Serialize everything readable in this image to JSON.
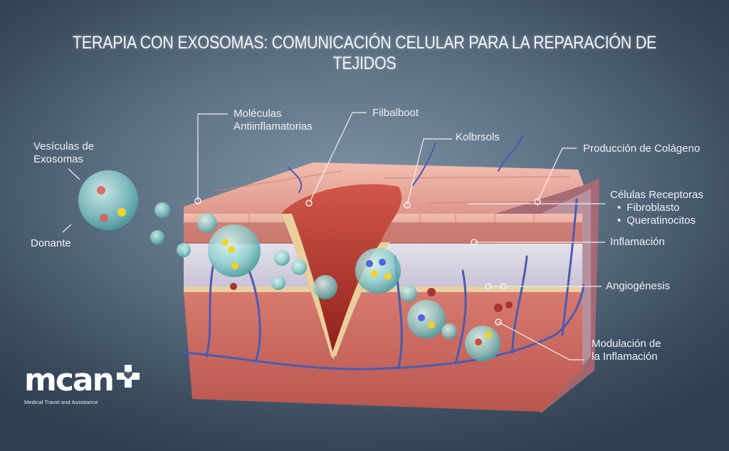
{
  "title": "TERAPIA CON EXOSOMAS: COMUNICACIÓN CELULAR PARA LA REPARACIÓN DE TEJIDOS",
  "labels": {
    "vesiculas": [
      "Vesículas de",
      "Exosomas"
    ],
    "donante": "Donante",
    "moleculas": [
      "Moléculas",
      "Antiinflamatorias"
    ],
    "filbalboot": "Filbalboot",
    "kolbrsols": "Kolbrsols",
    "colageno": "Producción de Colágeno",
    "receptoras": {
      "heading": "Células Receptoras",
      "items": [
        "Fibroblasto",
        "Queratinocitos"
      ]
    },
    "inflamacion": "Inflamación",
    "angiogenesis": "Angiogénesis",
    "modulacion": [
      "Modulación de",
      "la Inflamación"
    ]
  },
  "logo": {
    "word": "mcan",
    "icon": "cross-heart-icon",
    "tagline": "Medical Travel and Assistance"
  },
  "colors": {
    "background": "#4b5d70",
    "epidermis": "#e8a59a",
    "dermis": "#c9675f",
    "vessel": "#4a5bb0",
    "exosome": "#8fd2d0",
    "wound": "#b9352c"
  }
}
